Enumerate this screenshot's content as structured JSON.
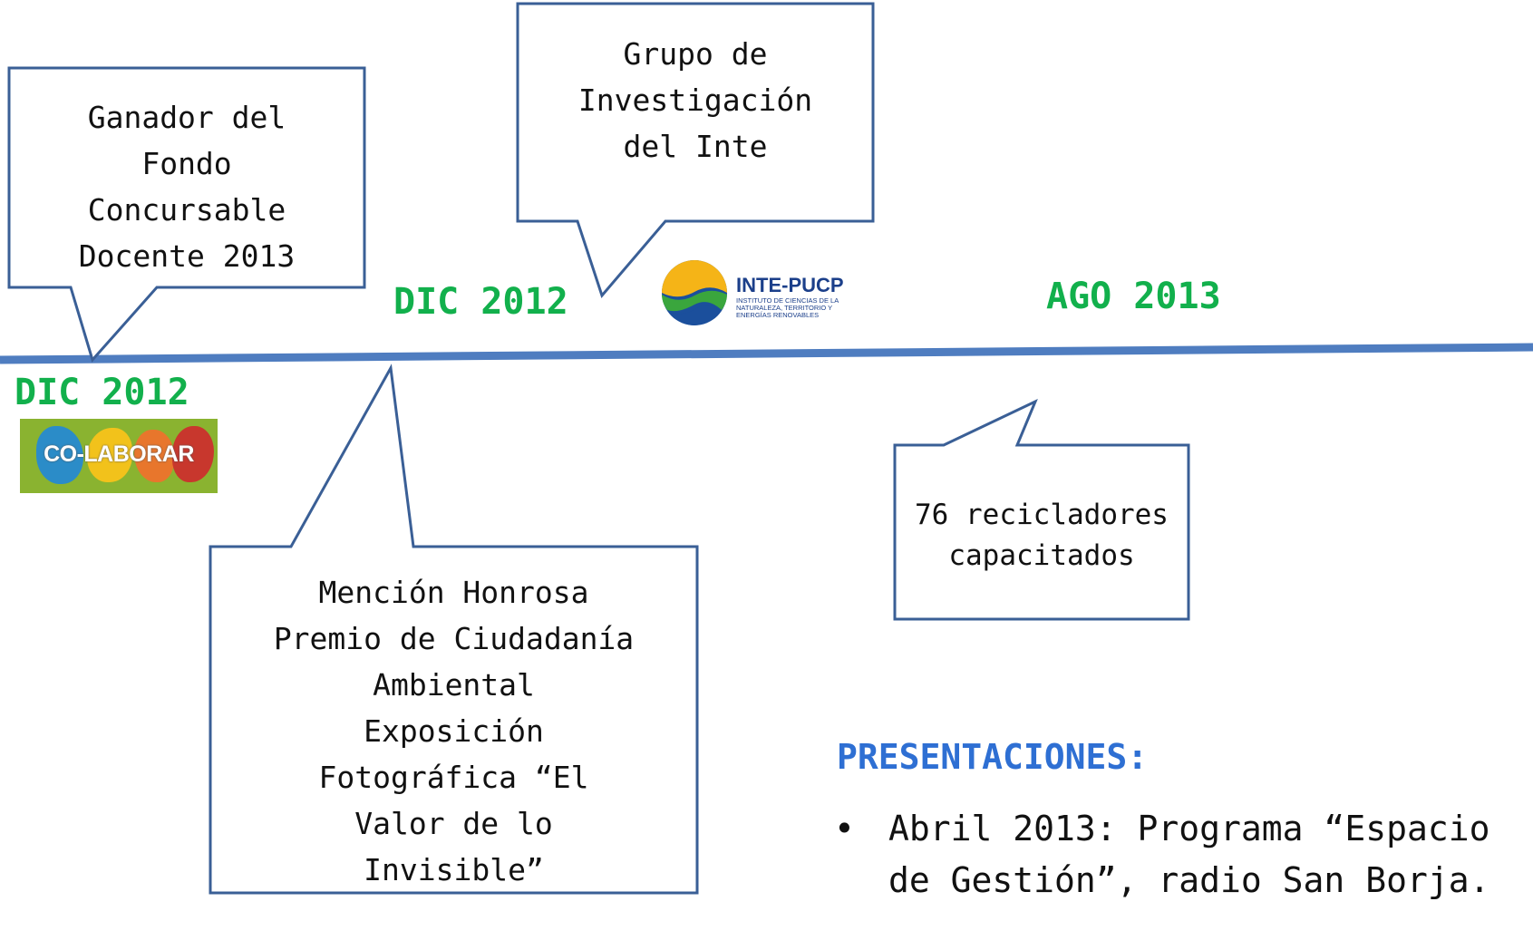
{
  "callouts": {
    "ganador": "Ganador del\nFondo\nConcursable\nDocente 2013",
    "grupo": "Grupo de\nInvestigación\ndel Inte",
    "mencion": "Mención Honrosa\nPremio de Ciudadanía\nAmbiental\nExposición\nFotográfica “El\nValor de lo\nInvisible”",
    "recicladores": "76 recicladores\ncapacitados"
  },
  "dates": {
    "dic2012_left": "DIC 2012",
    "dic2012_mid": "DIC 2012",
    "ago2013": "AGO 2013"
  },
  "logos": {
    "colaborar": "CO-LABORAR",
    "inte_name": "INTE-PUCP",
    "inte_subtitle": "INSTITUTO DE CIENCIAS DE LA\nNATURALEZA, TERRITORIO Y\nENERGÍAS RENOVABLES"
  },
  "presentaciones": {
    "title": "PRESENTACIONES:",
    "bullet": "•",
    "items": [
      "Abril 2013: Programa “Espacio de Gestión”, radio San Borja."
    ]
  },
  "colors": {
    "timeline": "#4f7dc0",
    "callout_border": "#3a5f96",
    "date_green": "#12b04c",
    "title_blue": "#2e6fd3"
  }
}
